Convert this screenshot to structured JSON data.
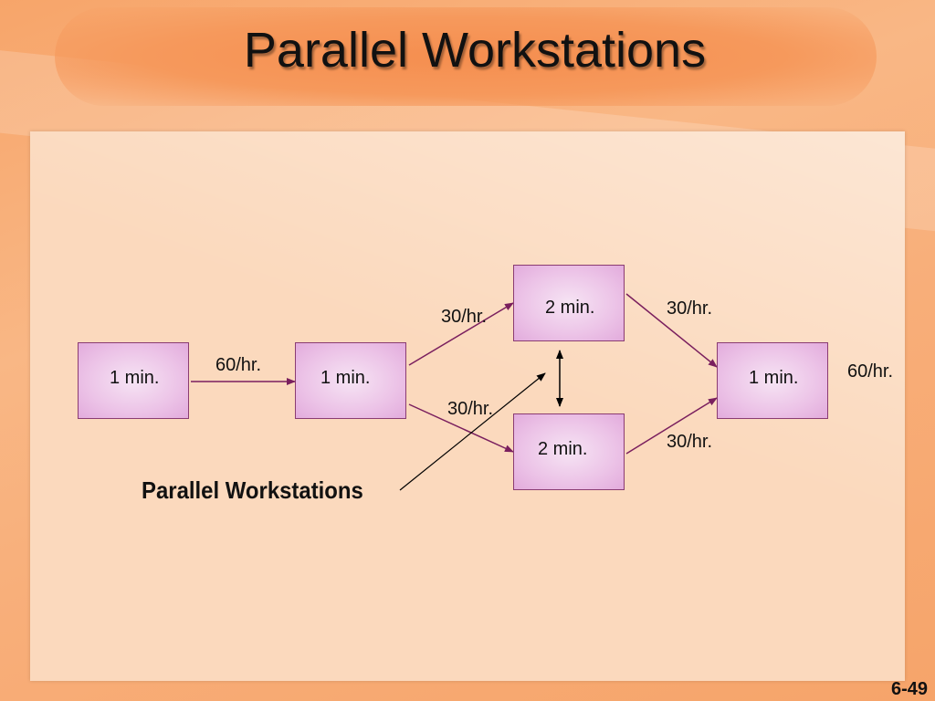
{
  "slide": {
    "title": "Parallel Workstations",
    "page_number": "6-49"
  },
  "diagram": {
    "stations": [
      {
        "id": "s1",
        "label": "1 min."
      },
      {
        "id": "s2",
        "label": "1 min."
      },
      {
        "id": "s3a",
        "label": "2 min."
      },
      {
        "id": "s3b",
        "label": "2 min."
      },
      {
        "id": "s4",
        "label": "1 min."
      }
    ],
    "rates": {
      "in_s2": "60/hr.",
      "to_s3a": "30/hr.",
      "to_s3b": "30/hr.",
      "from_s3a": "30/hr.",
      "from_s3b": "30/hr.",
      "out_s4": "60/hr."
    },
    "callout_label": "Parallel Workstations"
  },
  "colors": {
    "box_border": "#8a3c72",
    "arrow": "#7a1f5e"
  }
}
